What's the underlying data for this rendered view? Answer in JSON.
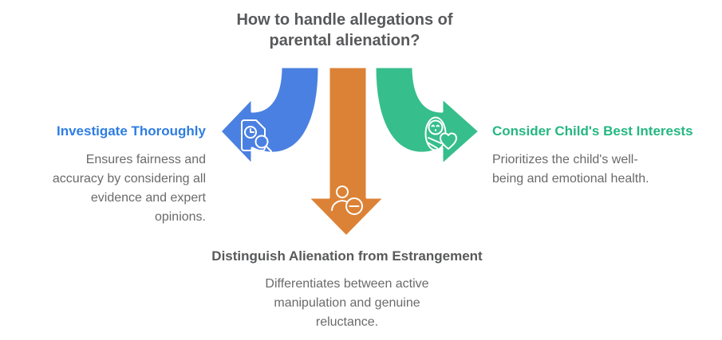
{
  "title": "How to handle allegations of\nparental alienation?",
  "colors": {
    "title_text": "#58595B",
    "body_text": "#6A6A6A",
    "arrow_blue": "#4A80E1",
    "arrow_orange": "#DC8236",
    "arrow_green": "#36BE8C",
    "heading_blue": "#2E7DE1",
    "heading_green": "#25B783",
    "heading_dark": "#58595B",
    "icon_stroke": "#FFFFFF"
  },
  "items": {
    "investigate": {
      "heading": "Investigate Thoroughly",
      "description": "Ensures fairness and\naccuracy by considering all\nevidence and expert\nopinions.",
      "icon": "document-search-icon"
    },
    "best_interests": {
      "heading": "Consider Child's Best Interests",
      "description": "Prioritizes the child's well-\nbeing and emotional health.",
      "icon": "baby-heart-icon"
    },
    "distinguish": {
      "heading": "Distinguish Alienation from Estrangement",
      "description": "Differentiates between active\nmanipulation and genuine\nreluctance.",
      "icon": "person-remove-icon"
    }
  }
}
